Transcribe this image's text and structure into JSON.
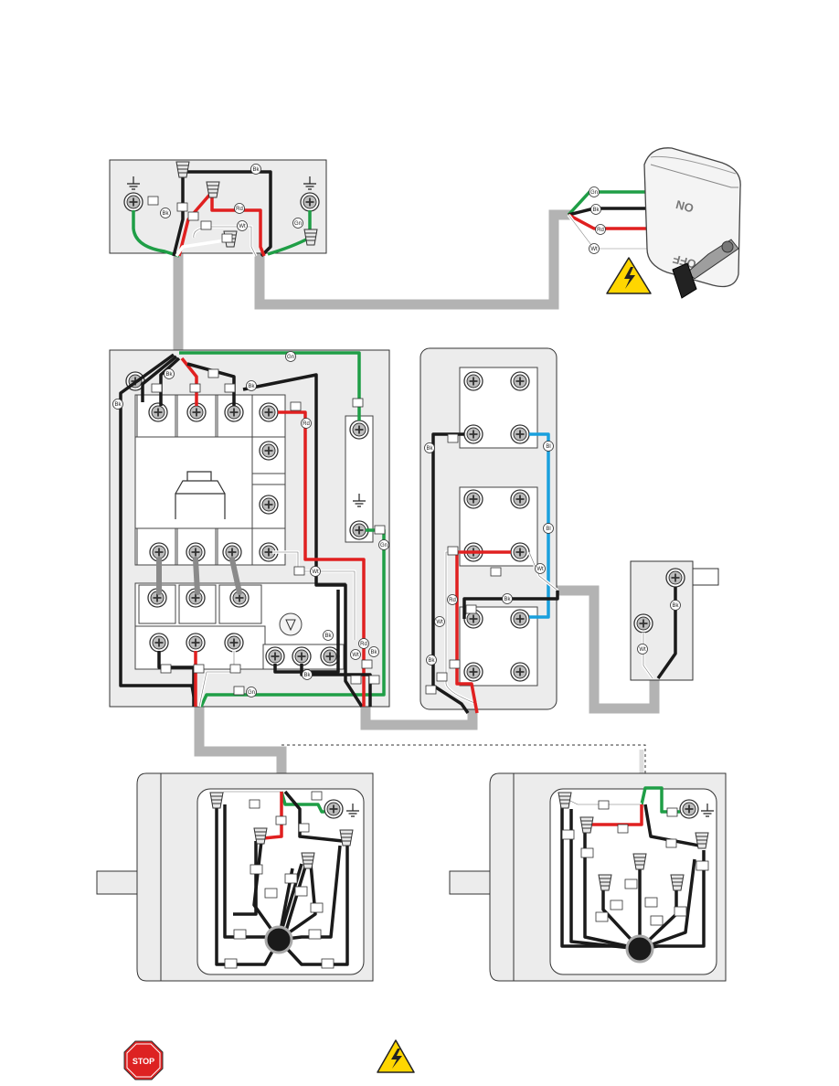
{
  "wire_labels": {
    "bk": "Bk",
    "rd": "Rd",
    "wt": "Wt",
    "gn": "Gn",
    "bl": "Bl"
  },
  "disconnect_switch": {
    "on_label": "ON",
    "off_label": "OFF"
  },
  "bottom_icons": {
    "stop_label": "STOP",
    "warning_icon": "high-voltage-warning-icon"
  },
  "colors": {
    "black_wire": "#1a1a1a",
    "red_wire": "#e02020",
    "white_wire": "#ffffff",
    "green_wire": "#1f9e46",
    "blue_wire": "#1aa0dd",
    "conduit": "#b3b3b3",
    "panel": "#ececec",
    "warning_yellow": "#ffd600",
    "stop_red": "#d22"
  }
}
